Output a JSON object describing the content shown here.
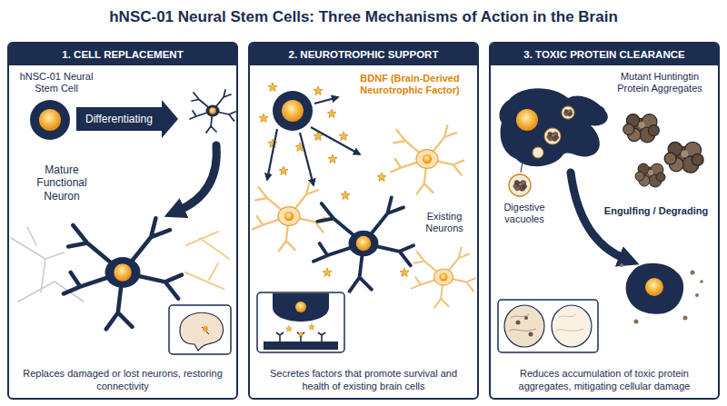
{
  "diagram": {
    "title": "hNSC-01 Neural Stem Cells: Three Mechanisms of Action in the Brain",
    "nodes": [
      {
        "text": [
          "1. CELL REPLACEMENT",
          "Replaces damaged or lost neurons, restoring connectivity"
        ]
      },
      {
        "text": [
          "Differentiating"
        ],
        "in": 0
      },
      {
        "text": [
          "2. NEUROTROPHIC SUPPORT",
          "Secretes factors that promote survival and health of existing brain cells"
        ]
      },
      {
        "text": [
          "3. TOXIC PROTEIN CLEARANCE",
          "Reduces accumulation of toxic protein aggregates, mitigating cellular damage"
        ]
      }
    ],
    "labels": [
      "hNSC-01 Neural Stem Cell",
      "Mature Functional Neuron",
      "BDNF (Brain-Derived Neurotrophic Factor)",
      "Existing Neurons",
      "Mutant Huntingtin Protein Aggregates",
      "Digestive vacuoles",
      "Engulfing / Degrading"
    ]
  }
}
